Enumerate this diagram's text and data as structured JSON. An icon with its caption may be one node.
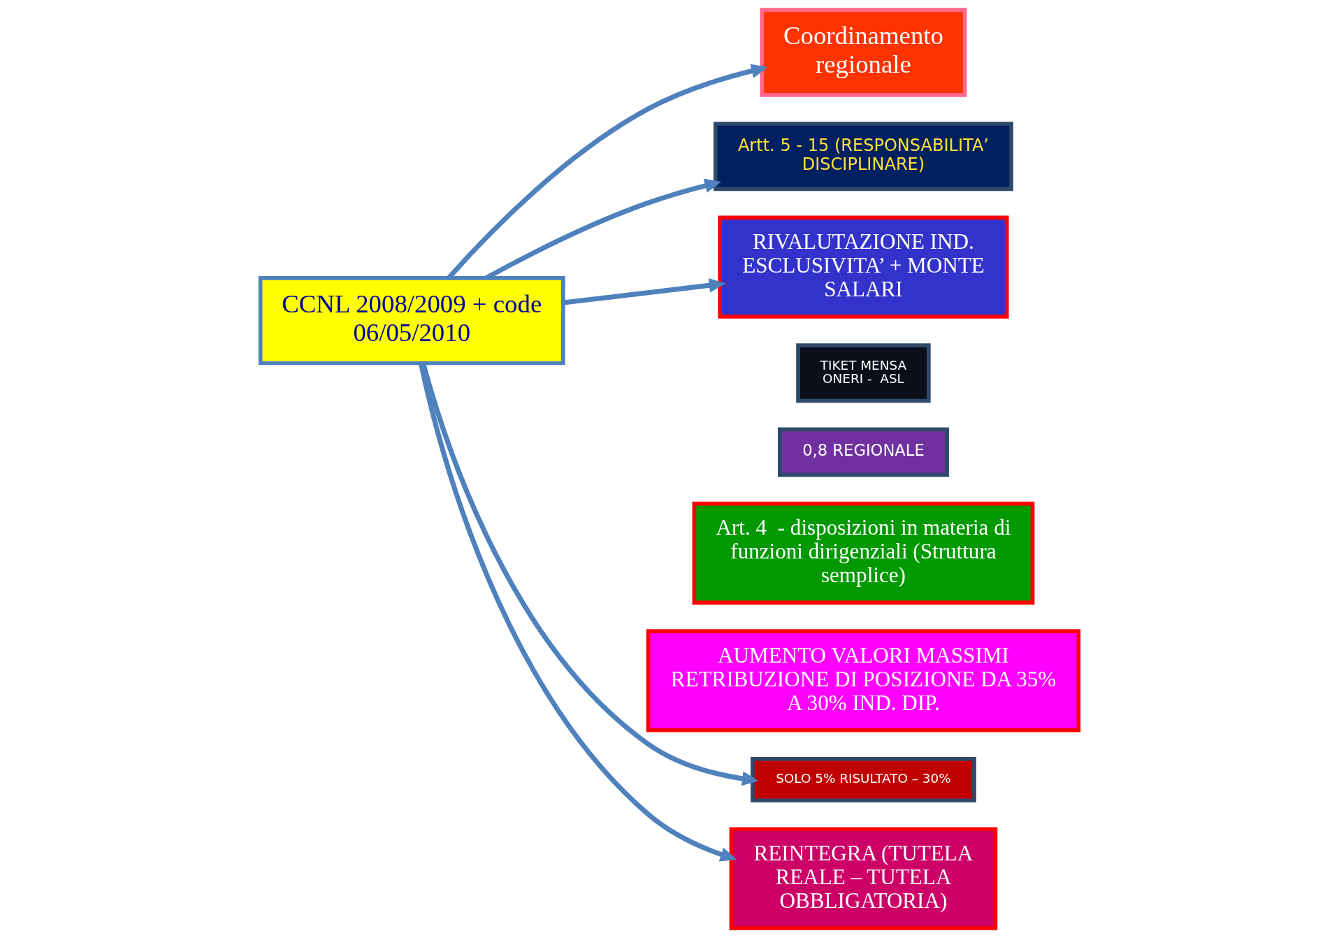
{
  "diagram": {
    "nodes": [
      {
        "text": [
          "Coordinamento regionale"
        ]
      },
      {
        "text": [
          "0,8 REGIONALE"
        ]
      },
      {
        "text": [
          "Art. 4  - disposizioni in materia di funzioni dirigenziali (Struttura semplice)"
        ]
      },
      {
        "text": [
          "Artt. 5 - 15 (RESPONSABILITA’ DISCIPLINARE)"
        ]
      },
      {
        "text": [
          "CCNL 2008/2009 + code",
          "06/05/2010"
        ]
      },
      {
        "text": [
          "RIVALUTAZIONE IND. ESCLUSIVITA’ + MONTE SALARI"
        ]
      },
      {
        "text": [
          "TIKET MENSA ONERI -  ASL"
        ]
      },
      {
        "text": [
          "SOLO 5% RISULTATO – 30%"
        ]
      },
      {
        "text": [
          "REINTEGRA (TUTELA REALE – TUTELA OBBLIGATORIA)"
        ]
      },
      {
        "text": [
          "AUMENTO VALORI MASSIMI RETRIBUZIONE DI POSIZIONE DA 35% A 30% IND. DIP."
        ]
      }
    ],
    "edges": [
      {
        "from": 4,
        "to": 0,
        "arrow": "to"
      },
      {
        "from": 4,
        "to": 3,
        "arrow": "to"
      },
      {
        "from": 4,
        "to": 5,
        "arrow": "to"
      },
      {
        "from": 4,
        "to": 7,
        "arrow": "to"
      },
      {
        "from": 4,
        "to": 8,
        "arrow": "to"
      }
    ]
  }
}
